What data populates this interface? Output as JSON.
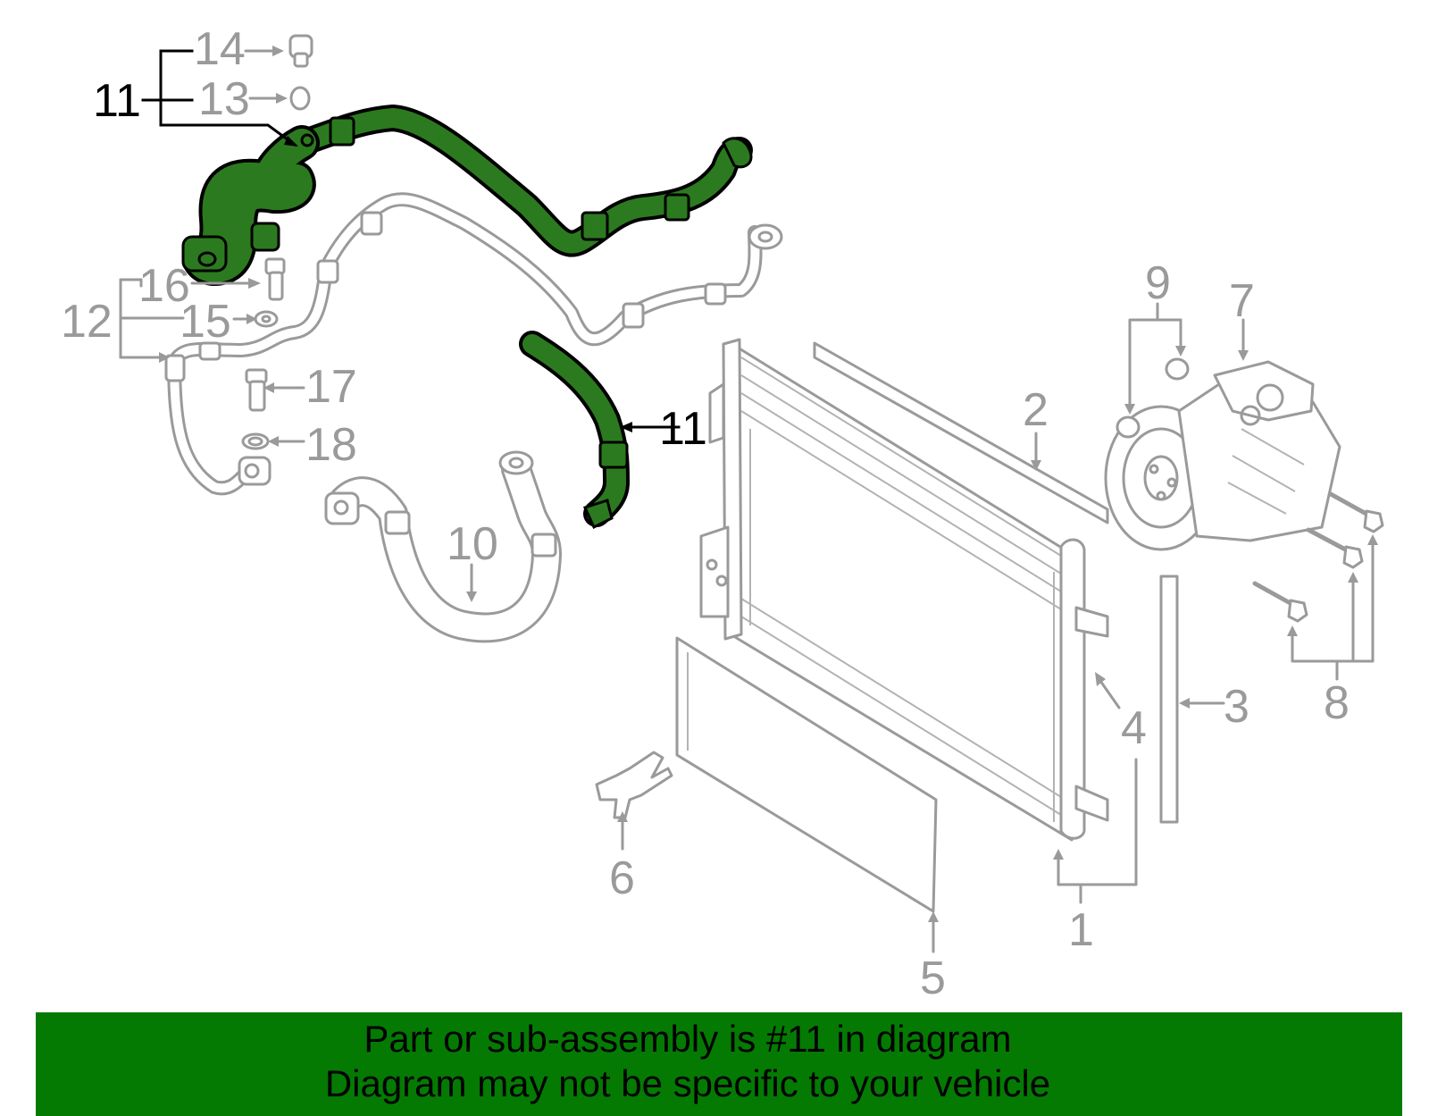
{
  "callouts": {
    "c1": "1",
    "c2": "2",
    "c3": "3",
    "c4": "4",
    "c5": "5",
    "c6": "6",
    "c7": "7",
    "c8": "8",
    "c9": "9",
    "c10": "10",
    "c11a": "11",
    "c11b": "11",
    "c12": "12",
    "c13": "13",
    "c14": "14",
    "c15": "15",
    "c16": "16",
    "c17": "17",
    "c18": "18"
  },
  "banner": {
    "line1": "Part or sub-assembly is #11 in diagram",
    "line2": "Diagram may not be specific to your vehicle"
  },
  "colors": {
    "highlight": "#2c7a1f",
    "banner_bg": "#047a03",
    "part_gray": "#9a9a9a"
  }
}
